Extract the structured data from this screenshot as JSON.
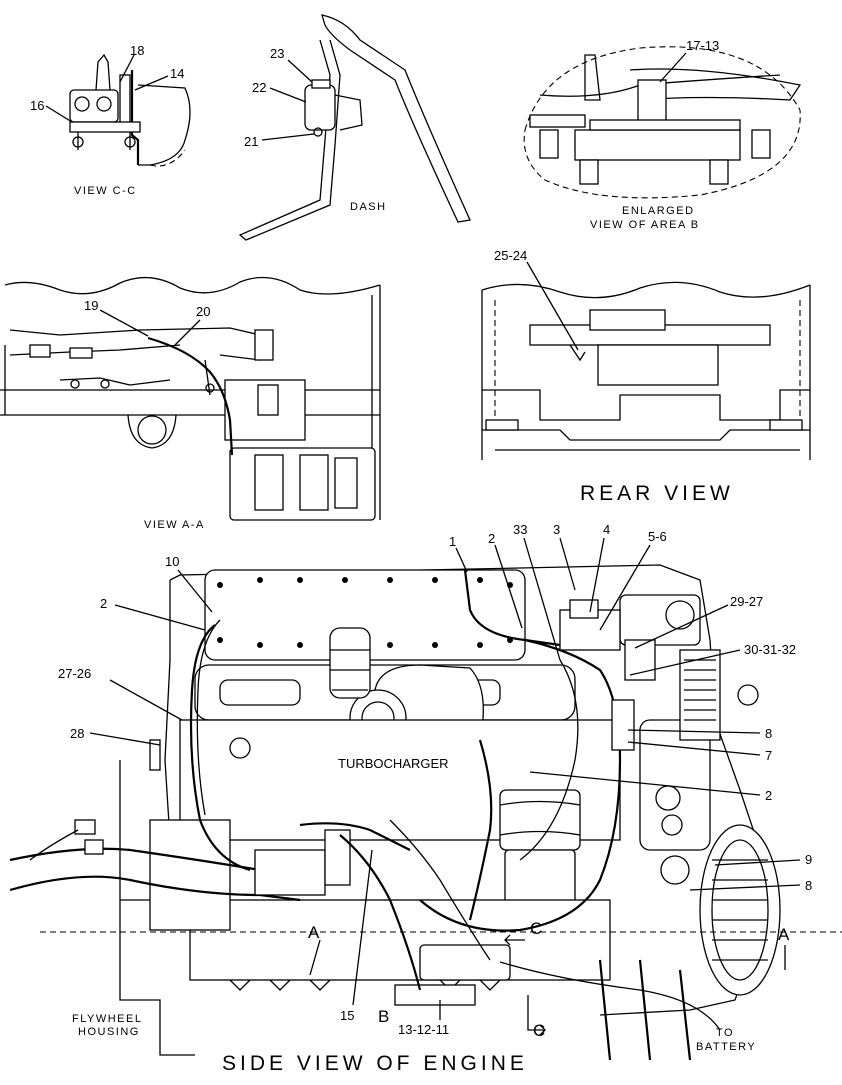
{
  "views": {
    "view_cc": {
      "caption": "VIEW C-C",
      "labels": [
        "16",
        "18",
        "14"
      ]
    },
    "dash": {
      "caption": "DASH",
      "labels": [
        "23",
        "22",
        "21"
      ]
    },
    "area_b": {
      "caption_line1": "ENLARGED",
      "caption_line2": "VIEW OF AREA B",
      "labels": [
        "17-13"
      ]
    },
    "view_aa": {
      "caption": "VIEW A-A",
      "labels": [
        "19",
        "20"
      ]
    },
    "rear": {
      "caption": "REAR VIEW",
      "labels": [
        "25-24"
      ]
    },
    "side": {
      "caption": "SIDE VIEW OF ENGINE",
      "turbo": "TURBOCHARGER",
      "flywheel_line1": "FLYWHEEL",
      "flywheel_line2": "HOUSING",
      "battery_line1": "TO",
      "battery_line2": "BATTERY",
      "section_a": "A",
      "section_b": "B",
      "section_c": "C",
      "labels": {
        "l1": "1",
        "l2a": "2",
        "l33": "33",
        "l3": "3",
        "l4": "4",
        "l56": "5-6",
        "l10": "10",
        "l2b": "2",
        "l2927": "29-27",
        "l303132": "30-31-32",
        "l2726": "27-26",
        "l8a": "8",
        "l28": "28",
        "l7": "7",
        "l2c": "2",
        "l9": "9",
        "l8b": "8",
        "l15": "15",
        "l131211": "13-12-11"
      }
    }
  }
}
